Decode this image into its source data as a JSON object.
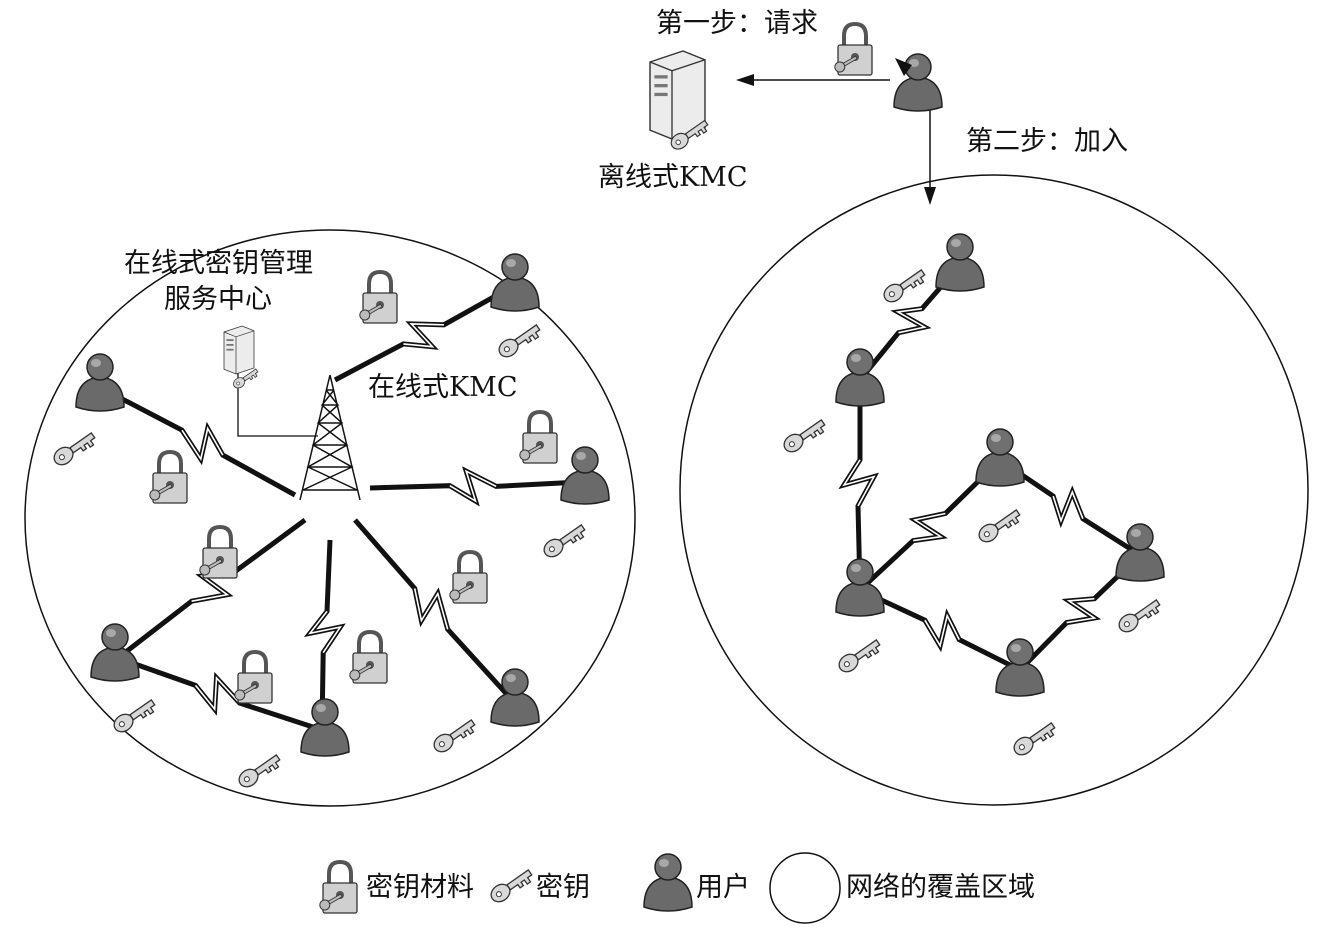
{
  "top": {
    "step1": "第一步：请求",
    "step2": "第二步：加入",
    "offline_kmc": "离线式KMC"
  },
  "left_network": {
    "center_line1": "在线式密钥管理",
    "center_line2": "服务中心",
    "online_kmc": "在线式KMC"
  },
  "legend": {
    "key_material": "密钥材料",
    "key": "密钥",
    "user": "用户",
    "coverage": "网络的覆盖区域"
  },
  "icons": {
    "lock": "padlock-with-key-icon",
    "key": "key-icon",
    "user": "user-icon",
    "server": "server-icon",
    "tower": "antenna-tower-icon"
  }
}
